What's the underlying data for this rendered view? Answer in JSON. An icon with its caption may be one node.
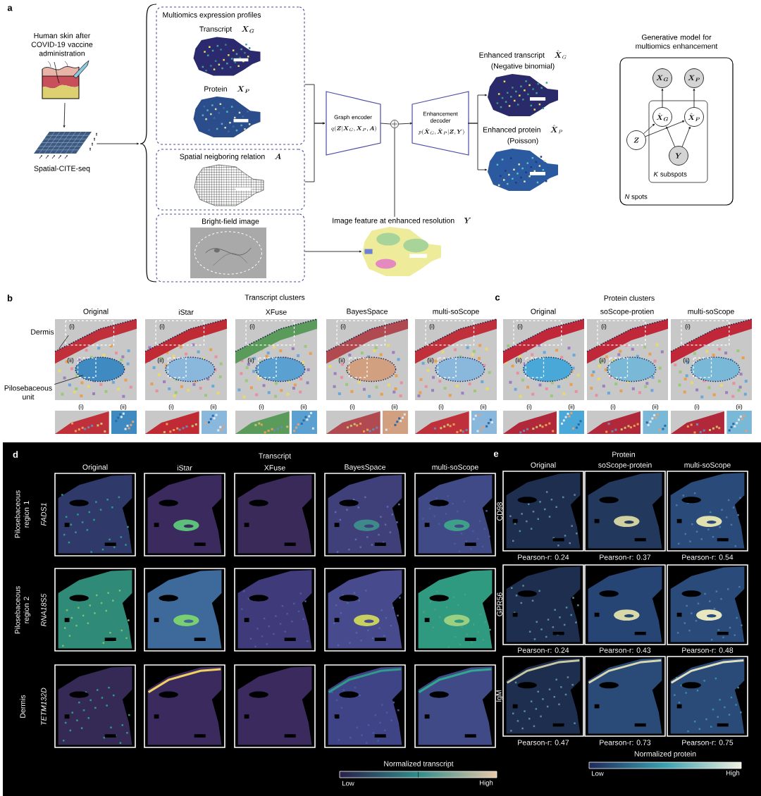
{
  "diagram": {
    "nodes": [
      {
        "text": [
          "Human skin after COVID-19 vaccine administration"
        ]
      },
      {
        "text": [
          "Spatial-CITE-seq"
        ]
      },
      {
        "text": [
          "Multiomics expression profiles"
        ]
      },
      {
        "text": [
          "Transcript",
          "\\boldsymbol{X}_{\\boldsymbol{G}}"
        ],
        "in": 2
      },
      {
        "text": [
          "Protein",
          "\\boldsymbol{X}_{\\boldsymbol{P}}"
        ],
        "in": 2
      },
      {
        "text": [
          "Spatial neigboring relation",
          "\\boldsymbol{A}"
        ]
      },
      {
        "text": [
          "Bright-field image"
        ]
      },
      {
        "text": [
          "Graph encoder",
          "q(\\boldsymbol{Z}|\\boldsymbol{X}_{G},\\boldsymbol{X}_{P},\\boldsymbol{A})"
        ]
      },
      {
        "text": [],
        "shape": "circle"
      },
      {
        "text": [
          "Enhancement decoder",
          "p(\\hat{\\boldsymbol{X}}_{G},\\hat{\\boldsymbol{X}}_{P}|\\boldsymbol{Z},\\boldsymbol{Y})"
        ]
      },
      {
        "text": [
          "Image feature at enhanced resolution",
          "\\boldsymbol{Y}"
        ]
      },
      {
        "text": [
          "Enhanced transcript",
          "\\hat{\\boldsymbol{X}}_{G}",
          "(Negative binomial)"
        ]
      },
      {
        "text": [
          "Enhanced protein",
          "\\hat{\\boldsymbol{X}}_{P}",
          "(Poisson)"
        ]
      },
      {
        "text": [
          "Generative model for multiomics enhancement",
          "*N* spots"
        ]
      },
      {
        "text": [
          "*K* subspots"
        ],
        "in": 13
      },
      {
        "text": [
          "\\boldsymbol{X}_{\\boldsymbol{G}}"
        ],
        "in": 13
      },
      {
        "text": [
          "\\boldsymbol{X}_{\\boldsymbol{P}}"
        ],
        "in": 13
      },
      {
        "text": [
          "\\hat{\\boldsymbol{X}}_{\\boldsymbol{G}}"
        ],
        "in": 14
      },
      {
        "text": [
          "\\hat{\\boldsymbol{X}}_{\\boldsymbol{P}}"
        ],
        "in": 14
      },
      {
        "text": [
          "\\boldsymbol{Z}"
        ],
        "in": 13
      },
      {
        "text": [
          "\\boldsymbol{Y}"
        ],
        "in": 14
      },
      {
        "text": [
          "Dermis"
        ]
      },
      {
        "text": [
          "Pilosebaceous unit"
        ]
      },
      {
        "text": [],
        "shape": "brace"
      },
      {
        "text": [],
        "shape": "picture",
        "beside": [
          "Original"
        ]
      }
    ],
    "edges": [
      {
        "from": 0,
        "to": 1,
        "arrow": "to"
      },
      {
        "from": 1,
        "to": 23,
        "arrow": "to"
      },
      {
        "from": 2,
        "to": 7,
        "arrow": "to"
      },
      {
        "from": 5,
        "to": 7,
        "arrow": "to"
      },
      {
        "from": 7,
        "to": 8,
        "arrow": "none"
      },
      {
        "from": 8,
        "to": 9,
        "arrow": "to"
      },
      {
        "from": 9,
        "to": 11,
        "arrow": "to"
      },
      {
        "from": 9,
        "to": 12,
        "arrow": "to"
      },
      {
        "from": 6,
        "to": 10,
        "arrow": "to"
      },
      {
        "from": 10,
        "to": 8,
        "arrow": "none"
      },
      {
        "from": 17,
        "to": 15,
        "arrow": "to"
      },
      {
        "from": 18,
        "to": 16,
        "arrow": "to"
      },
      {
        "from": 19,
        "to": 17,
        "arrow": "to"
      },
      {
        "from": 19,
        "to": 18,
        "arrow": "to"
      },
      {
        "from": 20,
        "to": 17,
        "arrow": "to"
      },
      {
        "from": 20,
        "to": 18,
        "arrow": "to"
      },
      {
        "from": 21,
        "to": 24,
        "arrow": "none"
      },
      {
        "from": 22,
        "to": 24,
        "arrow": "none"
      }
    ],
    "labels": [
      "a",
      "b",
      "Transcript clusters",
      "iStar",
      "XFuse",
      "BayesSpace",
      "multi-soScope",
      "(i)",
      "(ii)",
      "(i)",
      "(ii)",
      "(i)",
      "(ii)",
      "(i)",
      "(ii)",
      "(i)",
      "(ii)",
      "(i)",
      "(ii)",
      "(i)",
      "(ii)",
      "(i)",
      "(ii)",
      "(i)",
      "(ii)",
      "(i)",
      "(ii)",
      "c",
      "Protein clusters",
      "Original",
      "soScope-protien",
      "multi-soScope",
      "(i)",
      "(ii)",
      "(i)",
      "(ii)",
      "(i)",
      "(ii)",
      "(i)",
      "(ii)",
      "(i)",
      "(ii)",
      "(i)",
      "(ii)",
      "d",
      "Transcript",
      "Original",
      "iStar",
      "XFuse",
      "BayesSpace",
      "multi-soScope",
      "Pilosebaceous region 1",
      "FADS1",
      "Pilosebaceous region 2",
      "RNA18S5",
      "Dermis",
      "TETM132D",
      "Normalized transcript",
      "Low",
      "High",
      "e",
      "Protein",
      "Original",
      "soScope-protein",
      "multi-soScope",
      "CD98",
      "GPR56",
      "IgM",
      "Pearson-r: 0.24",
      "Pearson-r: 0.37",
      "Pearson-r: 0.54",
      "Pearson-r: 0.24",
      "Pearson-r: 0.43",
      "Pearson-r: 0.48",
      "Pearson-r: 0.47",
      "Pearson-r: 0.73",
      "Pearson-r: 0.75",
      "Normalized protein",
      "Low",
      "High"
    ]
  }
}
